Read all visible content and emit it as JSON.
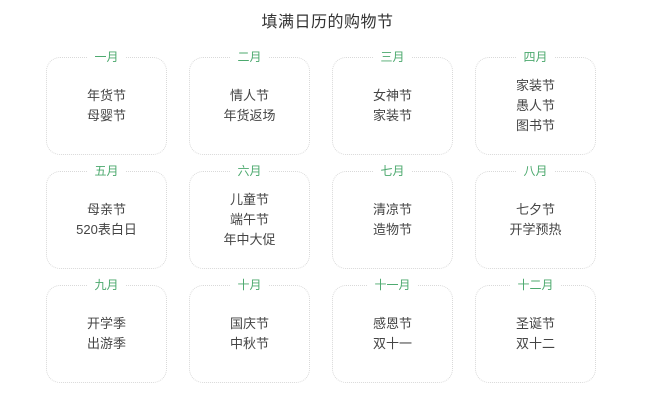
{
  "header": {
    "title": "填满日历的购物节"
  },
  "theme": {
    "background": "#ffffff",
    "title_color": "#333333",
    "month_label_color": "#4ca96e",
    "event_text_color": "#444444",
    "card_border_color": "#d9d9d9"
  },
  "calendar": {
    "months": [
      {
        "label": "一月",
        "events": [
          "年货节",
          "母婴节"
        ]
      },
      {
        "label": "二月",
        "events": [
          "情人节",
          "年货返场"
        ]
      },
      {
        "label": "三月",
        "events": [
          "女神节",
          "家装节"
        ]
      },
      {
        "label": "四月",
        "events": [
          "家装节",
          "愚人节",
          "图书节"
        ]
      },
      {
        "label": "五月",
        "events": [
          "母亲节",
          "520表白日"
        ]
      },
      {
        "label": "六月",
        "events": [
          "儿童节",
          "端午节",
          "年中大促"
        ]
      },
      {
        "label": "七月",
        "events": [
          "清凉节",
          "造物节"
        ]
      },
      {
        "label": "八月",
        "events": [
          "七夕节",
          "开学预热"
        ]
      },
      {
        "label": "九月",
        "events": [
          "开学季",
          "出游季"
        ]
      },
      {
        "label": "十月",
        "events": [
          "国庆节",
          "中秋节"
        ]
      },
      {
        "label": "十一月",
        "events": [
          "感恩节",
          "双十一"
        ]
      },
      {
        "label": "十二月",
        "events": [
          "圣诞节",
          "双十二"
        ]
      }
    ]
  }
}
